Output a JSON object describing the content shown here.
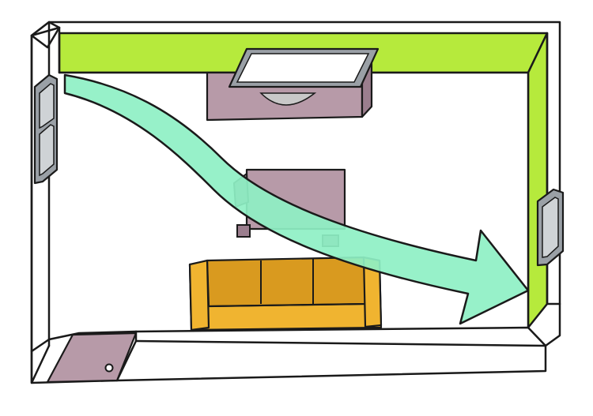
{
  "colors": {
    "background": "#ffffff",
    "wall_fill": "#ffffff",
    "outline": "#1a1a1a",
    "green_wall": "#b6ea3c",
    "green_wall_edge": "#9fd62a",
    "airflow_arrow": "#8ef0c4",
    "furniture_mauve": "#b79aa8",
    "furniture_mauve_dark": "#9b7e8e",
    "sofa": "#f0b430",
    "sofa_shade": "#d99a1f",
    "window_grey": "#9aa0a6",
    "window_glass": "#cfd3d6",
    "fan_grey": "#c8c8c8"
  },
  "scene": {
    "items": [
      {
        "id": "room-walls",
        "icon": "room-outline"
      },
      {
        "id": "green-wall-top",
        "icon": "painted-wall"
      },
      {
        "id": "green-wall-right",
        "icon": "painted-wall"
      },
      {
        "id": "window-left",
        "icon": "window-icon"
      },
      {
        "id": "window-right",
        "icon": "window-icon"
      },
      {
        "id": "air-conditioner",
        "icon": "air-conditioner-icon"
      },
      {
        "id": "table",
        "icon": "table-icon"
      },
      {
        "id": "sofa",
        "icon": "sofa-icon"
      },
      {
        "id": "door-mat",
        "icon": "door-icon"
      },
      {
        "id": "airflow-arrow",
        "icon": "arrow-icon"
      }
    ]
  }
}
